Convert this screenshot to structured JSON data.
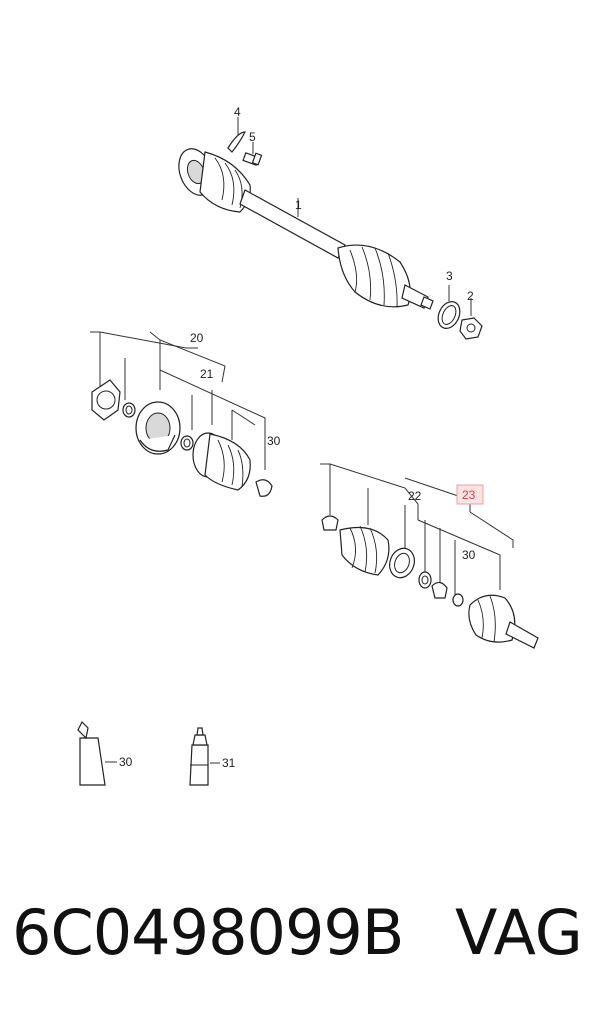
{
  "callouts": {
    "c1": "1",
    "c2": "2",
    "c3": "3",
    "c4": "4",
    "c5": "5",
    "c20": "20",
    "c21": "21",
    "c30a": "30",
    "c22": "22",
    "c23": "23",
    "c30b": "30",
    "c30c": "30",
    "c31": "31"
  },
  "highlight_color": "#e8a0a0",
  "footer": {
    "part_number": "6C0498099B",
    "brand": "VAG"
  }
}
